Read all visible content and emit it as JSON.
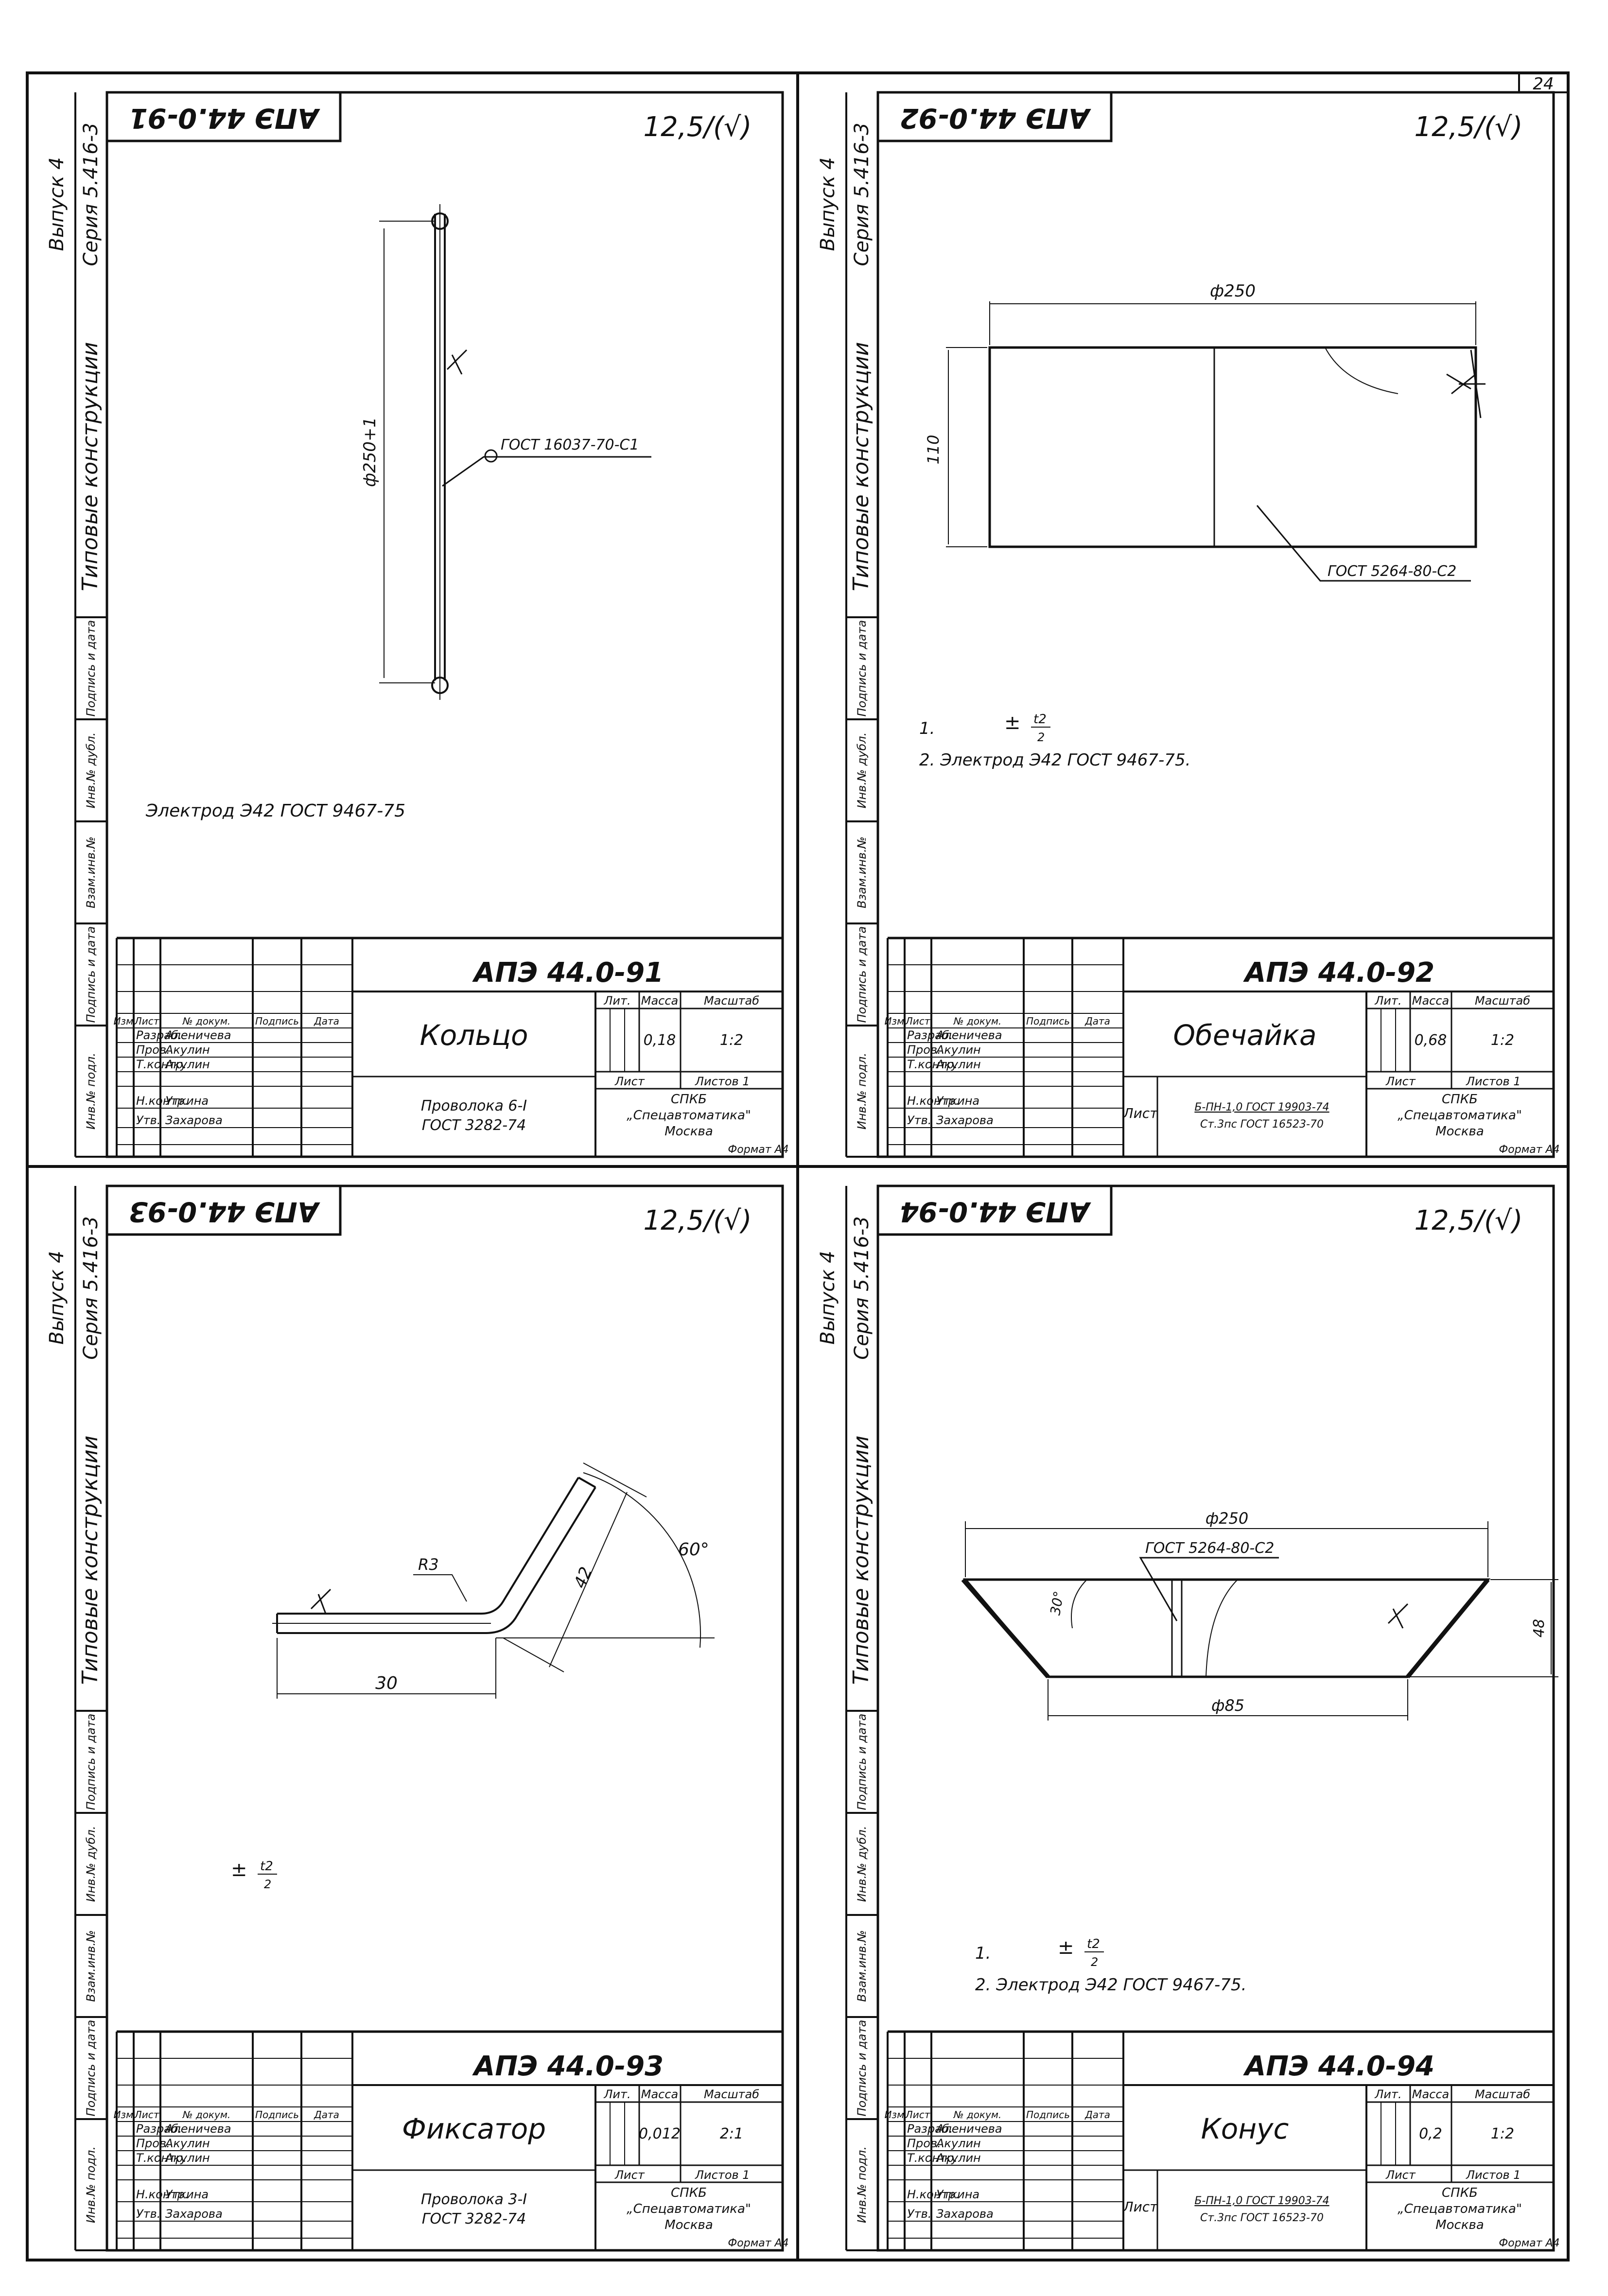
{
  "page_number": "24",
  "surface_roughness": "12,5/(√)",
  "side_strip": {
    "issue": "Выпуск 4",
    "series": "Серия 5.416-3",
    "typical": "Типовые конструкции",
    "cells": [
      "Подпись и дата",
      "Инв.№ дубл.",
      "Взам.инв.№",
      "Подпись и дата",
      "Инв.№ подл."
    ]
  },
  "title_block_labels": {
    "headers": [
      "Изм.",
      "Лист",
      "№ докум.",
      "Подпись",
      "Дата"
    ],
    "roles": [
      {
        "role": "Разраб.",
        "name": "Аленичева"
      },
      {
        "role": "Пров.",
        "name": "Акулин"
      },
      {
        "role": "Т.контр.",
        "name": "Акулин"
      },
      {
        "role": "",
        "name": ""
      },
      {
        "role": "Н.контр.",
        "name": "Уткина"
      },
      {
        "role": "Утв.",
        "name": "Захарова"
      }
    ],
    "lit": "Лит.",
    "mass": "Масса",
    "scale": "Масштаб",
    "sheet": "Лист",
    "sheets": "Листов 1",
    "org1": "СПКБ",
    "org2": "„Спецавтоматика\"",
    "org3": "Москва",
    "format": "Формат А4"
  },
  "sheets": [
    {
      "mirror_code": "АПЭ 44.0-91",
      "code": "АПЭ 44.0-91",
      "name": "Кольцо",
      "mass": "0,18",
      "scale": "1:2",
      "material": [
        "Проволока 6-I",
        "ГОСТ 3282-74"
      ],
      "has_sheet_label": false,
      "notes": [
        "Электрод Э42 ГОСТ 9467-75"
      ],
      "dims": {
        "diameter": "ф250+1",
        "weld": "ГОСТ 16037-70-С1"
      }
    },
    {
      "mirror_code": "АПЭ 44.0-92",
      "code": "АПЭ 44.0-92",
      "name": "Обечайка",
      "mass": "0,68",
      "scale": "1:2",
      "material": [
        "Б-ПН-1,0 ГОСТ 19903-74",
        "Ст.3пс ГОСТ 16523-70"
      ],
      "has_sheet_label": true,
      "notes": [
        "1.",
        "2. Электрод Э42 ГОСТ 9467-75."
      ],
      "dims": {
        "diameter": "ф250",
        "height": "110",
        "weld": "ГОСТ 5264-80-С2"
      }
    },
    {
      "mirror_code": "АПЭ 44.0-93",
      "code": "АПЭ 44.0-93",
      "name": "Фиксатор",
      "mass": "0,012",
      "scale": "2:1",
      "material": [
        "Проволока 3-I",
        "ГОСТ 3282-74"
      ],
      "has_sheet_label": false,
      "notes": [],
      "dims": {
        "radius": "R3",
        "angle": "60°",
        "len1": "30",
        "len2": "42"
      }
    },
    {
      "mirror_code": "АПЭ 44.0-94",
      "code": "АПЭ 44.0-94",
      "name": "Конус",
      "mass": "0,2",
      "scale": "1:2",
      "material": [
        "Б-ПН-1,0 ГОСТ 19903-74",
        "Ст.3пс ГОСТ 16523-70"
      ],
      "has_sheet_label": true,
      "notes": [
        "1.",
        "2. Электрод Э42 ГОСТ 9467-75."
      ],
      "dims": {
        "top": "ф250",
        "bottom": "ф85",
        "height": "48",
        "angle": "30°",
        "weld": "ГОСТ 5264-80-С2"
      }
    }
  ],
  "tolerance": {
    "pm": "±",
    "num": "t2",
    "den": "2"
  }
}
